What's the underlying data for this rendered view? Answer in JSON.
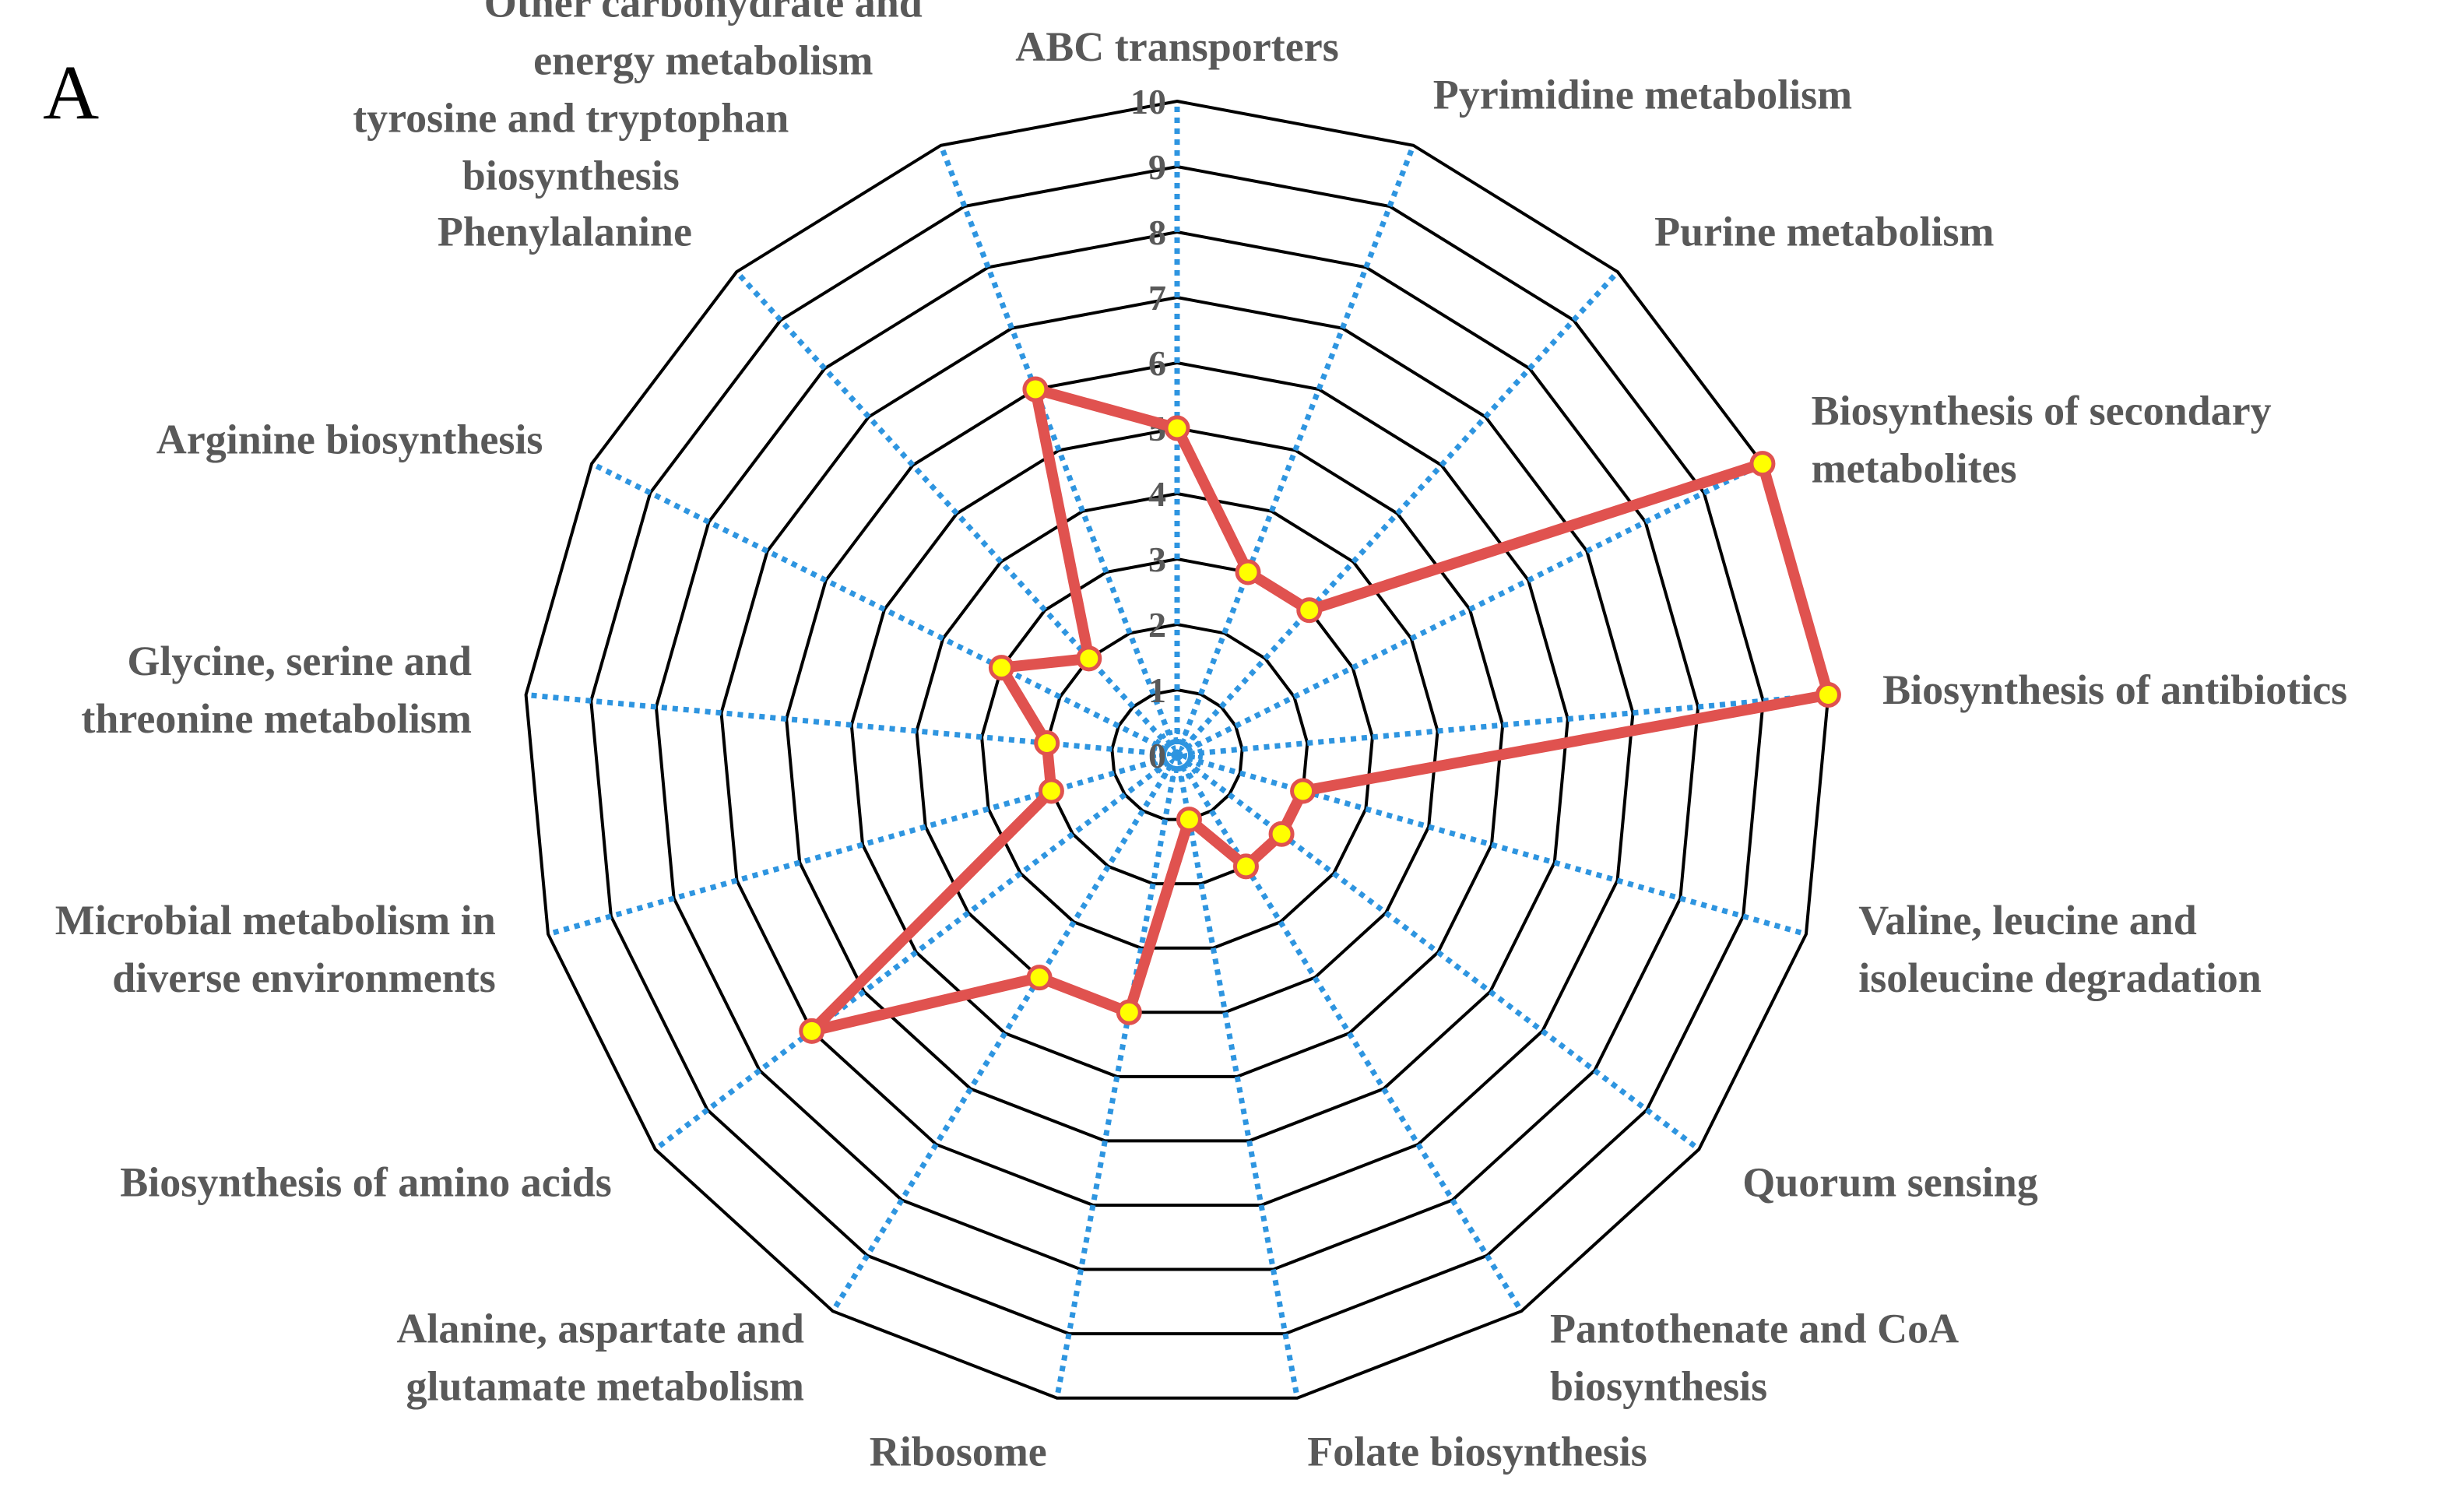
{
  "panel_label": "A",
  "chart_data": {
    "type": "radar",
    "title": "",
    "rmin": 0,
    "rmax": 10,
    "ticks": [
      "0",
      "1",
      "2",
      "3",
      "4",
      "5",
      "6",
      "7",
      "8",
      "9",
      "10"
    ],
    "categories": [
      "ABC transporters",
      "Pyrimidine metabolism",
      "Purine metabolism",
      "Biosynthesis of secondary metabolites",
      "Biosynthesis of antibiotics",
      "Valine, leucine and isoleucine degradation",
      "Quorum sensing",
      "Pantothenate and CoA biosynthesis",
      "Folate biosynthesis",
      "Ribosome",
      "Alanine, aspartate and glutamate metabolism",
      "Biosynthesis of amino acids",
      "Microbial metabolism in diverse environments",
      "Glycine, serine and threonine metabolism",
      "Arginine biosynthesis",
      "Phenylalanine tyrosine and tryptophan biosynthesis",
      "Other carbohydrate and energy metabolism"
    ],
    "label_lines": [
      [
        "ABC transporters"
      ],
      [
        "Pyrimidine metabolism"
      ],
      [
        "Purine metabolism"
      ],
      [
        "Biosynthesis of secondary",
        "metabolites"
      ],
      [
        "Biosynthesis of antibiotics"
      ],
      [
        "Valine, leucine and",
        "isoleucine degradation"
      ],
      [
        "Quorum sensing"
      ],
      [
        "Pantothenate and CoA",
        "biosynthesis"
      ],
      [
        "Folate biosynthesis"
      ],
      [
        "Ribosome"
      ],
      [
        "Alanine, aspartate and",
        "glutamate metabolism"
      ],
      [
        "Biosynthesis of amino acids"
      ],
      [
        "Microbial metabolism in",
        "diverse environments"
      ],
      [
        "Glycine, serine and",
        "threonine metabolism"
      ],
      [
        "Arginine biosynthesis"
      ],
      [
        "Phenylalanine"
      ],
      [
        "Other carbohydrate and",
        "energy metabolism",
        "tyrosine and tryptophan",
        "biosynthesis"
      ]
    ],
    "series": [
      {
        "values": [
          5.0,
          3.0,
          3.0,
          10.0,
          10.0,
          2.0,
          2.0,
          2.0,
          1.0,
          4.0,
          4.0,
          7.0,
          2.0,
          2.0,
          3.0,
          2.0,
          6.0
        ],
        "line_color": "#E0524F",
        "marker_fill": "#FFFF00",
        "marker_edge": "#E0524F"
      }
    ],
    "grid": true,
    "grid_ring_color": "#000000",
    "spoke_color": "#2E95E0"
  }
}
